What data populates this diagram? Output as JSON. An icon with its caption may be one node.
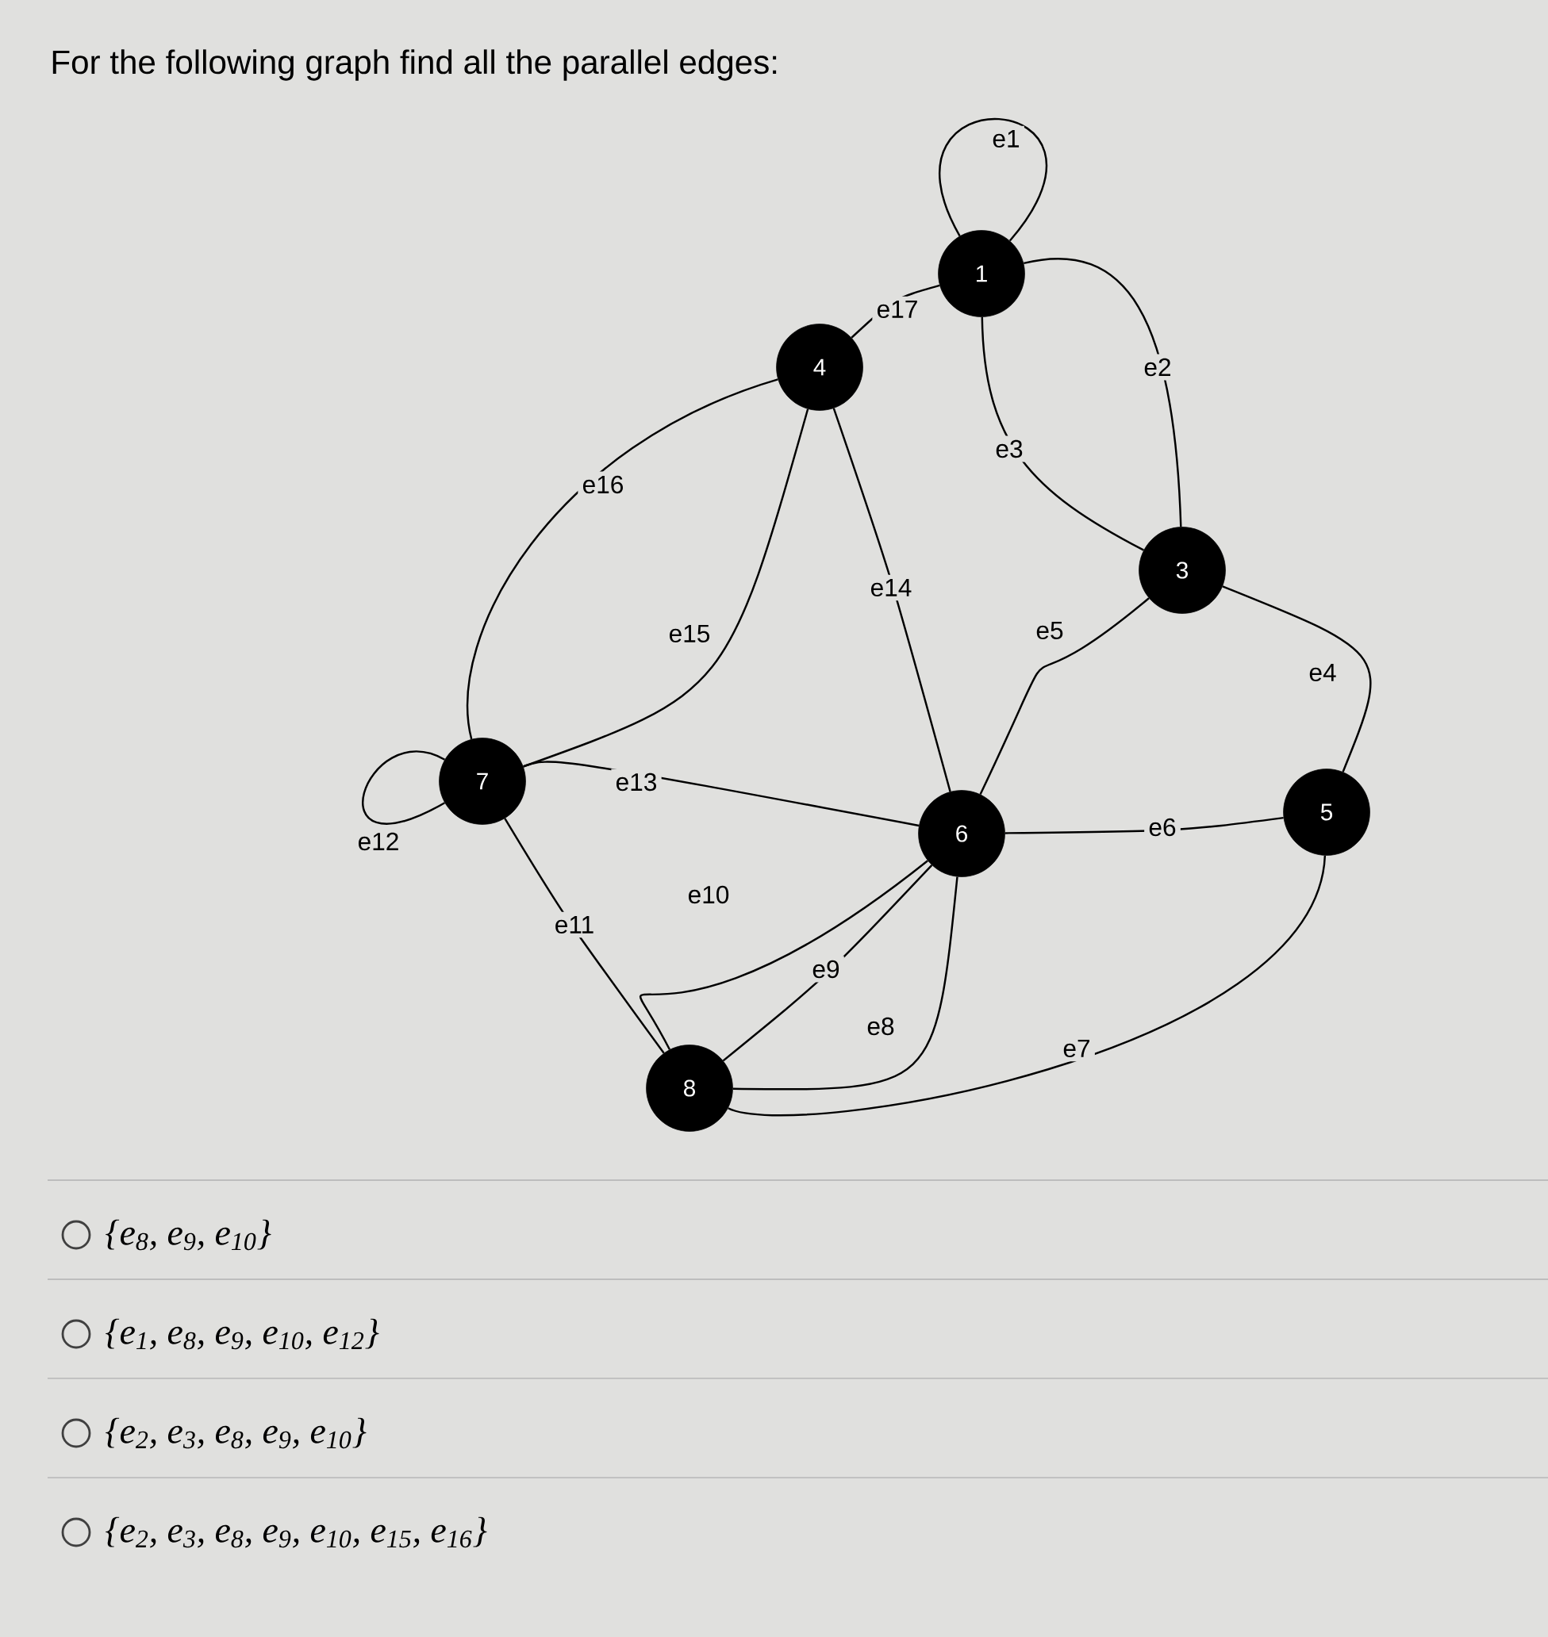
{
  "diagram": {
    "title": "For the following graph find all the parallel edges:",
    "nodes": [
      {
        "text": [
          "1"
        ]
      },
      {
        "text": [
          "3"
        ]
      },
      {
        "text": [
          "4"
        ]
      },
      {
        "text": [
          "5"
        ]
      },
      {
        "text": [
          "6"
        ]
      },
      {
        "text": [
          "7"
        ]
      },
      {
        "text": [
          "8"
        ]
      }
    ],
    "edges": [
      {
        "from": 0,
        "to": 0,
        "arrow": "none",
        "label": "e1"
      },
      {
        "from": 0,
        "to": 1,
        "arrow": "none",
        "label": "e2"
      },
      {
        "from": 0,
        "to": 1,
        "arrow": "none",
        "label": "e3"
      },
      {
        "from": 1,
        "to": 3,
        "arrow": "none",
        "label": "e4"
      },
      {
        "from": 1,
        "to": 4,
        "arrow": "none",
        "label": "e5"
      },
      {
        "from": 4,
        "to": 3,
        "arrow": "none",
        "label": "e6"
      },
      {
        "from": 6,
        "to": 3,
        "arrow": "none",
        "label": "e7"
      },
      {
        "from": 6,
        "to": 4,
        "arrow": "none",
        "label": "e8"
      },
      {
        "from": 6,
        "to": 4,
        "arrow": "none",
        "label": "e9"
      },
      {
        "from": 6,
        "to": 4,
        "arrow": "none",
        "label": "e10"
      },
      {
        "from": 5,
        "to": 6,
        "arrow": "none",
        "label": "e11"
      },
      {
        "from": 5,
        "to": 5,
        "arrow": "none",
        "label": "e12"
      },
      {
        "from": 5,
        "to": 4,
        "arrow": "none",
        "label": "e13"
      },
      {
        "from": 2,
        "to": 4,
        "arrow": "none",
        "label": "e14"
      },
      {
        "from": 5,
        "to": 2,
        "arrow": "none",
        "label": "e15"
      },
      {
        "from": 5,
        "to": 2,
        "arrow": "none",
        "label": "e16"
      },
      {
        "from": 2,
        "to": 0,
        "arrow": "none",
        "label": "e17"
      }
    ],
    "labels": [
      "{e$_{8}$, e$_{9}$, e$_{10}$}",
      "{e$_{1}$, e$_{8}$, e$_{9}$, e$_{10}$, e$_{12}$}",
      "{e$_{2}$, e$_{3}$, e$_{8}$, e$_{9}$, e$_{10}$}",
      "{e$_{2}$, e$_{3}$, e$_{8}$, e$_{9}$, e$_{10}$, e$_{15}$, e$_{16}$}"
    ]
  }
}
